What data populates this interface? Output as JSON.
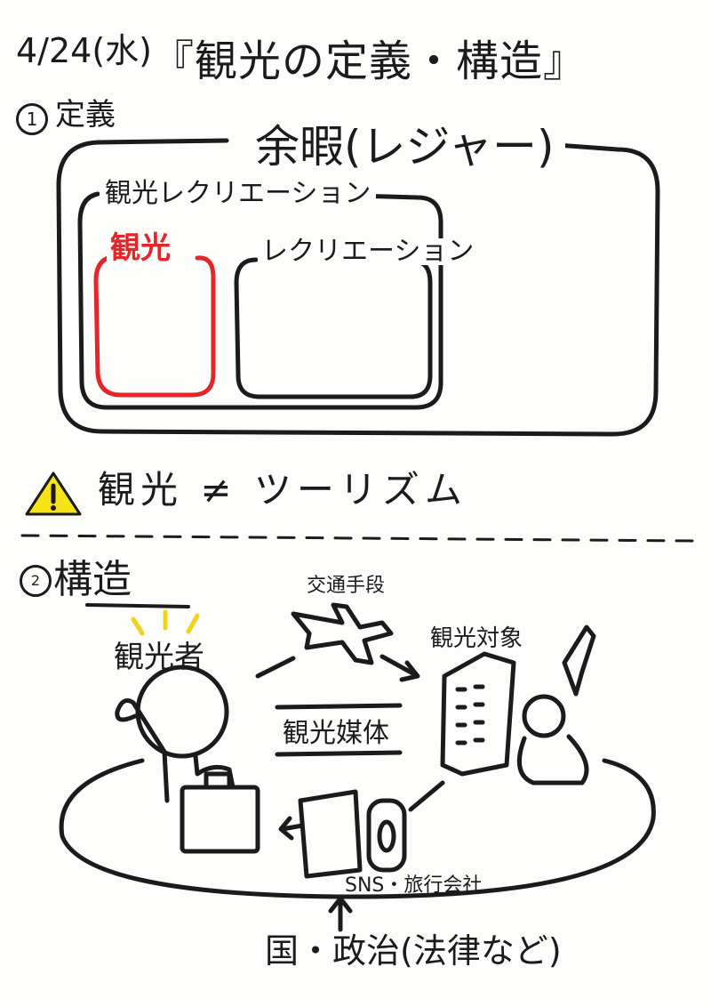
{
  "header": {
    "date": "4/24(水)",
    "title": "『観光の定義・構造』"
  },
  "section1": {
    "number": "1",
    "heading": "定義",
    "outer_label": "余暇(レジャー)",
    "middle_label": "観光レクリエーション",
    "inner_left_label": "観光",
    "inner_right_label": "レクリエーション"
  },
  "warning": {
    "text": "観光 ≠ ツーリズム"
  },
  "section2": {
    "number": "2",
    "heading": "構造",
    "transport_label": "交通手段",
    "tourist_label": "観光者",
    "target_label": "観光対象",
    "media_label": "観光媒体",
    "sns_label": "SNS・旅行会社",
    "government_label": "国・政治(法律など)"
  },
  "colors": {
    "ink": "#1b1b1b",
    "accent_red": "#e3262a",
    "warning_yellow": "#f7e31a"
  }
}
